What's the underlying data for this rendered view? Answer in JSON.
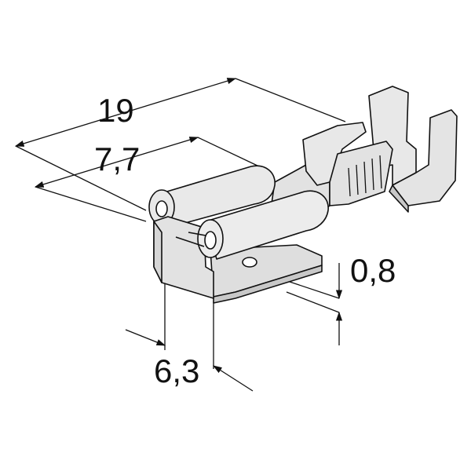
{
  "labels": {
    "overall_length": "19",
    "receptacle_length": "7,7",
    "thickness": "0,8",
    "tab_width": "6,3"
  },
  "colors": {
    "metal_fill": "#e6e6e6",
    "metal_shade": "#c8c8c8",
    "line": "#111111",
    "background": "#ffffff"
  }
}
